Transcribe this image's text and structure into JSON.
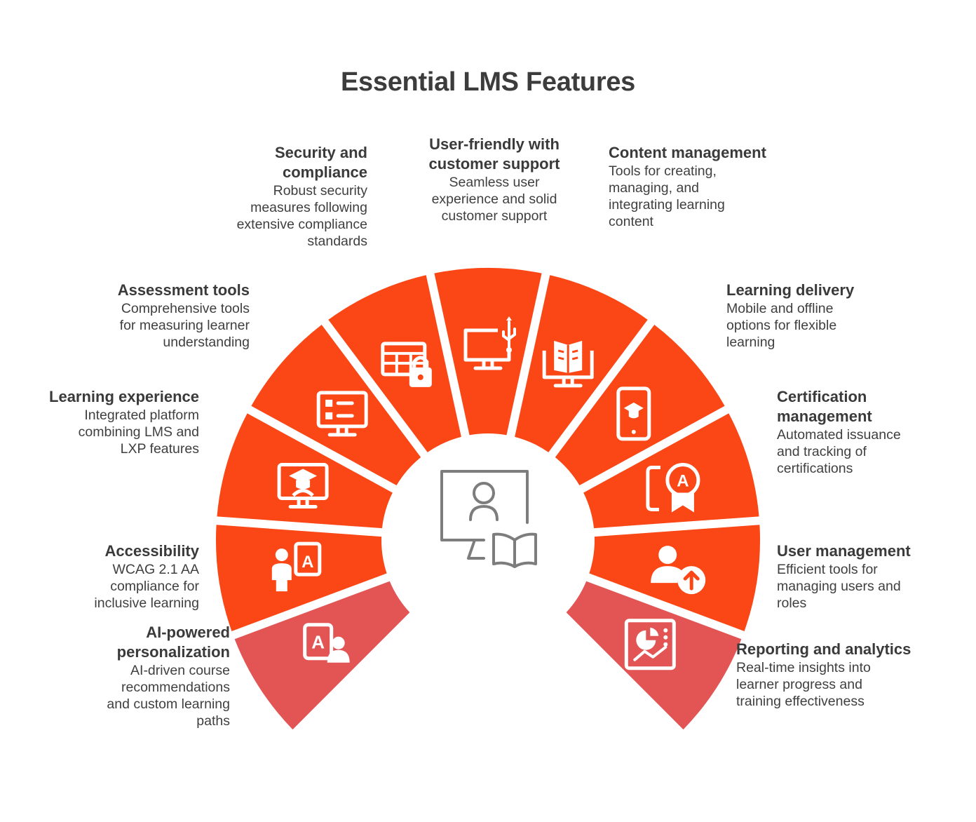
{
  "title": "Essential LMS Features",
  "colors": {
    "segment": "#fb4616",
    "segment_light": "#e35454",
    "icon": "#ffffff",
    "center_icon": "#7d7d7d",
    "heading_text": "#3a3a3a",
    "body_text": "#3f3f3f"
  },
  "center_icon": "monitor-user-book-icon",
  "features": [
    {
      "icon": "user-letter-a-board-icon",
      "heading": "AI-powered personalization",
      "lines": [
        "AI-driven course",
        "recommendations",
        "and custom learning",
        "paths"
      ]
    },
    {
      "icon": "person-letter-a-sign-icon",
      "heading": "Accessibility",
      "lines": [
        "WCAG 2.1 AA",
        "compliance for",
        "inclusive learning"
      ]
    },
    {
      "icon": "monitor-graduate-icon",
      "heading": "Learning experience",
      "lines": [
        "Integrated platform",
        "combining LMS and",
        "LXP features"
      ]
    },
    {
      "icon": "monitor-checklist-icon",
      "heading": "Assessment tools",
      "lines": [
        "Comprehensive tools",
        "for measuring learner",
        "understanding"
      ]
    },
    {
      "icon": "table-lock-icon",
      "heading": "Security and compliance",
      "lines": [
        "Robust security",
        "measures following",
        "extensive compliance",
        "standards"
      ]
    },
    {
      "icon": "monitor-usb-icon",
      "heading": "User-friendly with customer support",
      "lines": [
        "Seamless user",
        "experience and solid",
        "customer support"
      ]
    },
    {
      "icon": "monitor-book-icon",
      "heading": "Content management",
      "lines": [
        "Tools for creating,",
        "managing, and",
        "integrating learning",
        "content"
      ]
    },
    {
      "icon": "mobile-graduation-cap-icon",
      "heading": "Learning delivery",
      "lines": [
        "Mobile and offline",
        "options for flexible",
        "learning"
      ]
    },
    {
      "icon": "tablet-award-badge-icon",
      "heading": "Certification management",
      "lines": [
        "Automated issuance",
        "and tracking of",
        "certifications"
      ]
    },
    {
      "icon": "user-upload-icon",
      "heading": "User management",
      "lines": [
        "Efficient tools for",
        "managing users and",
        "roles"
      ]
    },
    {
      "icon": "dashboard-pie-chart-icon",
      "heading": "Reporting and analytics",
      "lines": [
        "Real-time insights into",
        "learner progress and",
        "training effectiveness"
      ]
    }
  ]
}
